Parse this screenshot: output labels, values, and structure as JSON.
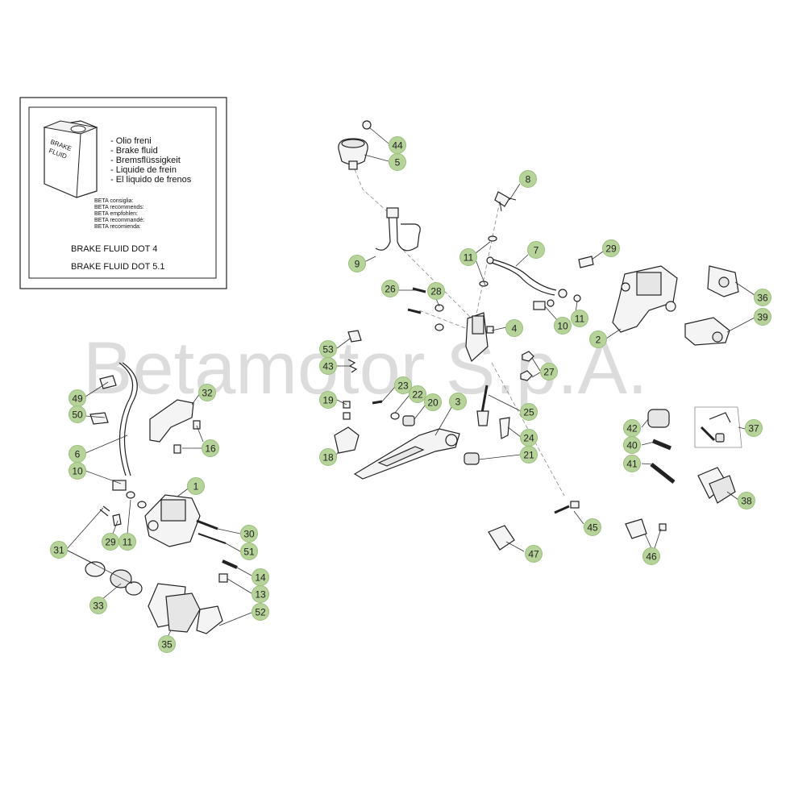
{
  "watermark": "Betamotor S.p.A.",
  "fluid_box": {
    "bottle_label": [
      "BRAKE",
      "FLUID"
    ],
    "names": [
      "- Olio freni",
      "- Brake fluid",
      "- Bremsflüssigkeit",
      "- Liquide de frein",
      "- El liquido de frenos"
    ],
    "recommend": [
      "BETA consiglia:",
      "BETA recommends:",
      "BETA empfohlen:",
      "BETA recommandé:",
      "BETA recomienda:"
    ],
    "fluid_1": "BRAKE FLUID DOT 4",
    "fluid_2": "BRAKE FLUID DOT 5.1"
  },
  "callouts": [
    {
      "label": "44"
    },
    {
      "label": "5"
    },
    {
      "label": "8"
    },
    {
      "label": "9"
    },
    {
      "label": "11"
    },
    {
      "label": "7"
    },
    {
      "label": "29"
    },
    {
      "label": "36"
    },
    {
      "label": "26"
    },
    {
      "label": "28"
    },
    {
      "label": "11"
    },
    {
      "label": "10"
    },
    {
      "label": "4"
    },
    {
      "label": "2"
    },
    {
      "label": "39"
    },
    {
      "label": "53"
    },
    {
      "label": "43"
    },
    {
      "label": "27"
    },
    {
      "label": "49"
    },
    {
      "label": "32"
    },
    {
      "label": "23"
    },
    {
      "label": "22"
    },
    {
      "label": "19"
    },
    {
      "label": "20"
    },
    {
      "label": "3"
    },
    {
      "label": "25"
    },
    {
      "label": "50"
    },
    {
      "label": "16"
    },
    {
      "label": "6"
    },
    {
      "label": "18"
    },
    {
      "label": "24"
    },
    {
      "label": "21"
    },
    {
      "label": "42"
    },
    {
      "label": "37"
    },
    {
      "label": "40"
    },
    {
      "label": "41"
    },
    {
      "label": "38"
    },
    {
      "label": "10"
    },
    {
      "label": "1"
    },
    {
      "label": "29"
    },
    {
      "label": "11"
    },
    {
      "label": "30"
    },
    {
      "label": "31"
    },
    {
      "label": "51"
    },
    {
      "label": "14"
    },
    {
      "label": "33"
    },
    {
      "label": "13"
    },
    {
      "label": "52"
    },
    {
      "label": "35"
    },
    {
      "label": "45"
    },
    {
      "label": "47"
    },
    {
      "label": "46"
    }
  ]
}
